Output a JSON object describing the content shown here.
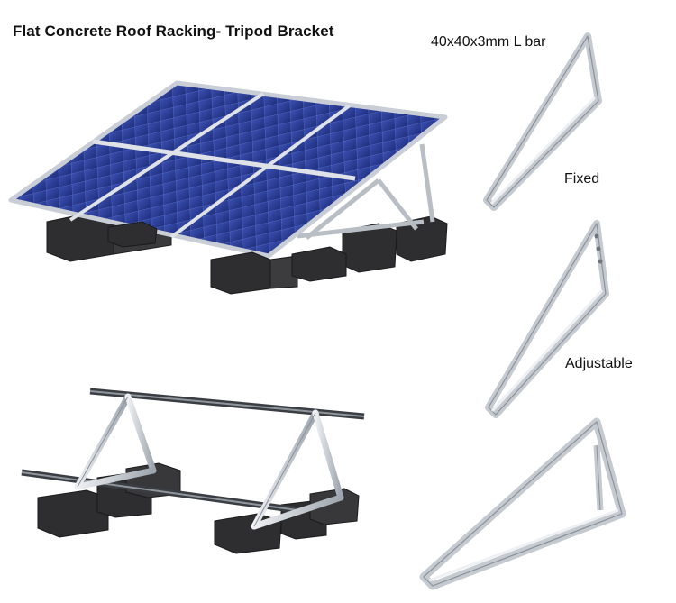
{
  "title": "Flat Concrete Roof Racking- Tripod Bracket",
  "labels": {
    "l_bar": "40x40x3mm L bar",
    "fixed": "Fixed",
    "adjustable": "Adjustable"
  },
  "colors": {
    "panel_cell": "#2b3f9a",
    "panel_frame": "#c9ced6",
    "concrete": "#2e2e30",
    "aluminum": "#d3d7dc"
  }
}
